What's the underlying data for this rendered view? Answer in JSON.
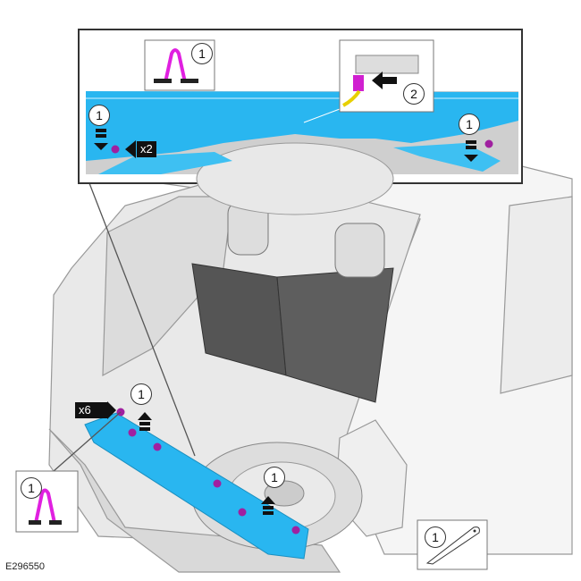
{
  "figure_id": "E296550",
  "callouts": {
    "clip_detail_top": "1",
    "left_top": "1",
    "connector": "2",
    "right_top": "1",
    "rear_left": "1",
    "rear_clip_detail": "1",
    "rear_center": "1",
    "tool": "1"
  },
  "multipliers": {
    "top": "x2",
    "rear": "x6"
  },
  "colors": {
    "trim_panel": "#29b6f0",
    "fastener_dot": "#a020a0",
    "clip": "#e020e0",
    "connector": "#d020d0",
    "wire": "#e8d000"
  }
}
